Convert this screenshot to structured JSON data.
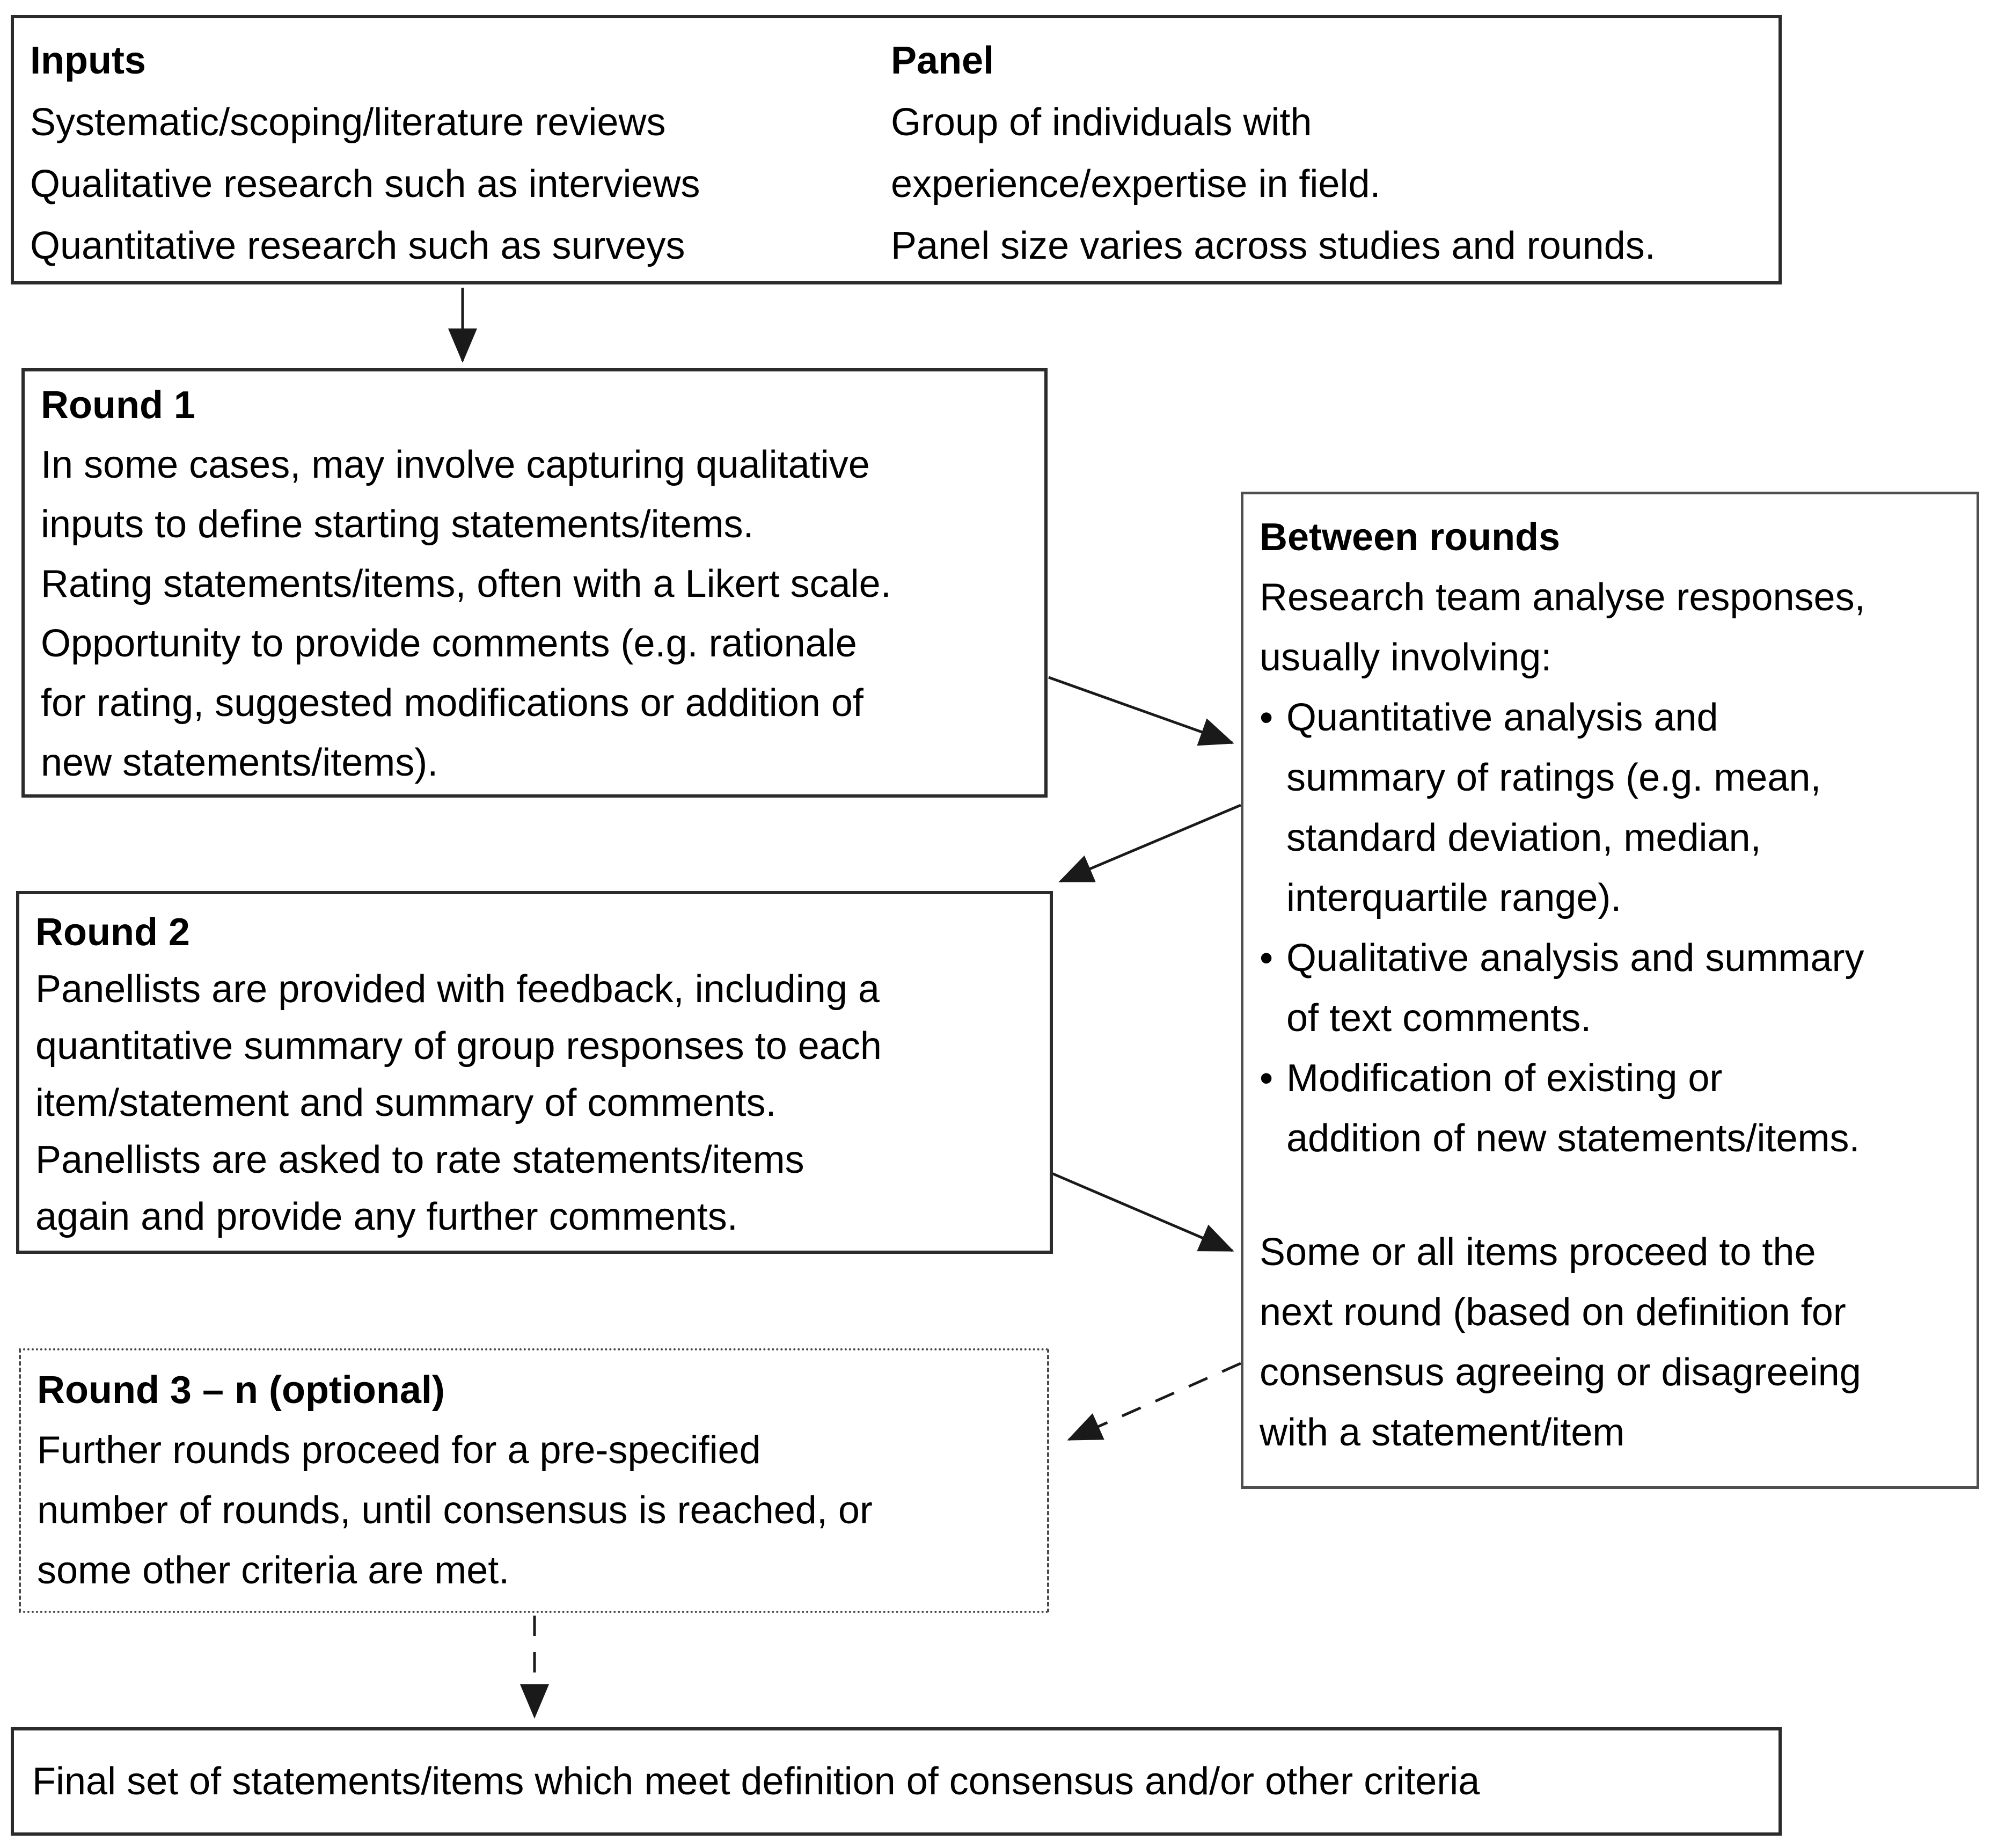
{
  "diagram": {
    "bullet_char": "•",
    "top_box": {
      "inputs": {
        "title": "Inputs",
        "lines": [
          "Systematic/scoping/literature reviews",
          "Qualitative research such as interviews",
          "Quantitative research such as surveys"
        ]
      },
      "panel": {
        "title": "Panel",
        "lines": [
          "Group of individuals with",
          "experience/expertise in field.",
          "Panel size varies across studies and rounds."
        ]
      }
    },
    "round1": {
      "title": "Round 1",
      "lines": [
        "In some cases, may involve capturing qualitative",
        "inputs to define starting statements/items.",
        "Rating statements/items, often with a Likert scale.",
        "Opportunity to provide comments (e.g. rationale",
        "for rating, suggested modifications or addition of",
        "new statements/items)."
      ]
    },
    "between_rounds": {
      "title": "Between rounds",
      "intro_lines": [
        "Research team analyse responses,",
        "usually involving:"
      ],
      "bullets": [
        {
          "lines": [
            "Quantitative analysis and",
            "summary of ratings (e.g. mean,",
            "standard deviation, median,",
            "interquartile range)."
          ]
        },
        {
          "lines": [
            "Qualitative analysis and summary",
            "of text comments."
          ]
        },
        {
          "lines": [
            "Modification of existing or",
            "addition of new statements/items."
          ]
        }
      ],
      "footer_lines": [
        "Some or all items proceed to the",
        "next round (based on definition for",
        "consensus agreeing or disagreeing",
        "with a statement/item"
      ]
    },
    "round2": {
      "title": "Round 2",
      "lines": [
        "Panellists are provided with feedback, including a",
        "quantitative summary of group responses to each",
        "item/statement and summary of comments.",
        "Panellists are asked to rate statements/items",
        "again and provide any further comments."
      ]
    },
    "round3": {
      "title": "Round 3 – n (optional)",
      "lines": [
        "Further rounds proceed for a pre-specified",
        "number of rounds, until consensus is reached, or",
        "some other criteria are met."
      ]
    },
    "final_box": {
      "text": "Final set of statements/items which meet definition of consensus and/or other criteria"
    },
    "colors": {
      "background": "#ffffff",
      "text": "#000000",
      "box_border": "#2b2b2b",
      "between_border": "#4f4f4f",
      "dashed_border": "#4a4a4a",
      "arrow": "#1a1a1a"
    }
  }
}
